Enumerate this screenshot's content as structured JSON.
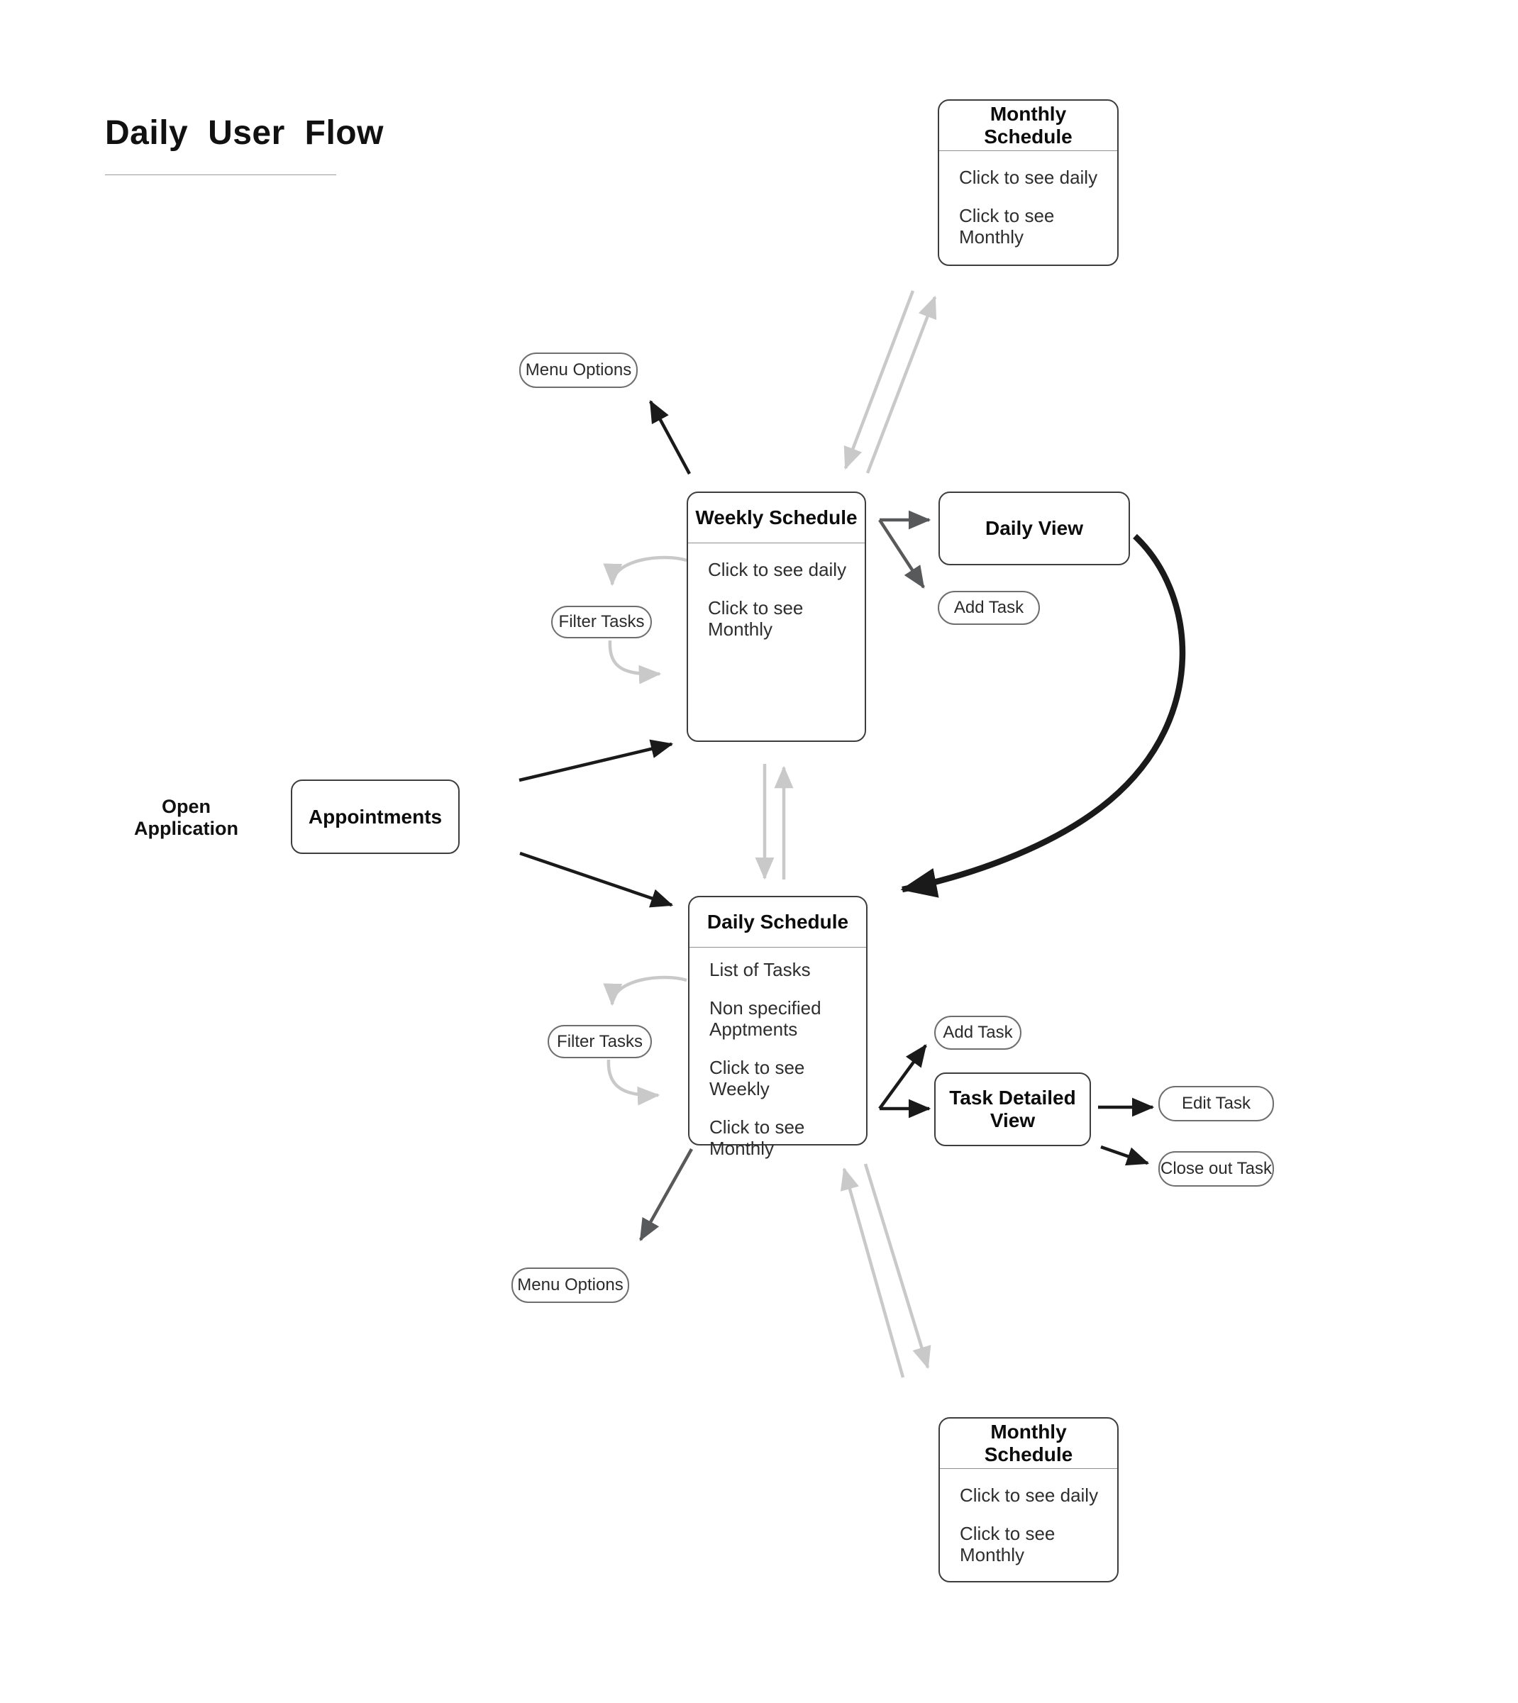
{
  "title": "Daily User Flow",
  "open_application_label": "Open Application",
  "nodes": {
    "monthly_top": {
      "title": "Monthly Schedule",
      "items": [
        "Click to see daily",
        "Click to see Monthly"
      ]
    },
    "menu_top": {
      "label": "Menu Options"
    },
    "weekly": {
      "title": "Weekly Schedule",
      "items": [
        "Click to see daily",
        "Click to see Monthly"
      ]
    },
    "daily_view": {
      "title": "Daily View"
    },
    "add_task_top": {
      "label": "Add Task"
    },
    "filter_top": {
      "label": "Filter Tasks"
    },
    "appointments": {
      "title": "Appointments"
    },
    "daily": {
      "title": "Daily Schedule",
      "items": [
        "List of Tasks",
        "Non specified Apptments",
        "Click to see Weekly",
        "Click to see Monthly"
      ]
    },
    "add_task_bottom": {
      "label": "Add Task"
    },
    "task_detail": {
      "title": "Task Detailed View"
    },
    "edit_task": {
      "label": "Edit Task"
    },
    "close_task": {
      "label": "Close out Task"
    },
    "menu_bottom": {
      "label": "Menu Options"
    },
    "filter_bottom": {
      "label": "Filter Tasks"
    },
    "monthly_bottom": {
      "title": "Monthly Schedule",
      "items": [
        "Click to see daily",
        "Click to see Monthly"
      ]
    }
  },
  "colors": {
    "arrow_black": "#1a1a1a",
    "arrow_dark_gray": "#58595b",
    "arrow_light_gray": "#c9c9c9",
    "box_border": "#3d3d3d",
    "pill_border": "#6e6e6e",
    "divider": "#8f8f8f"
  }
}
